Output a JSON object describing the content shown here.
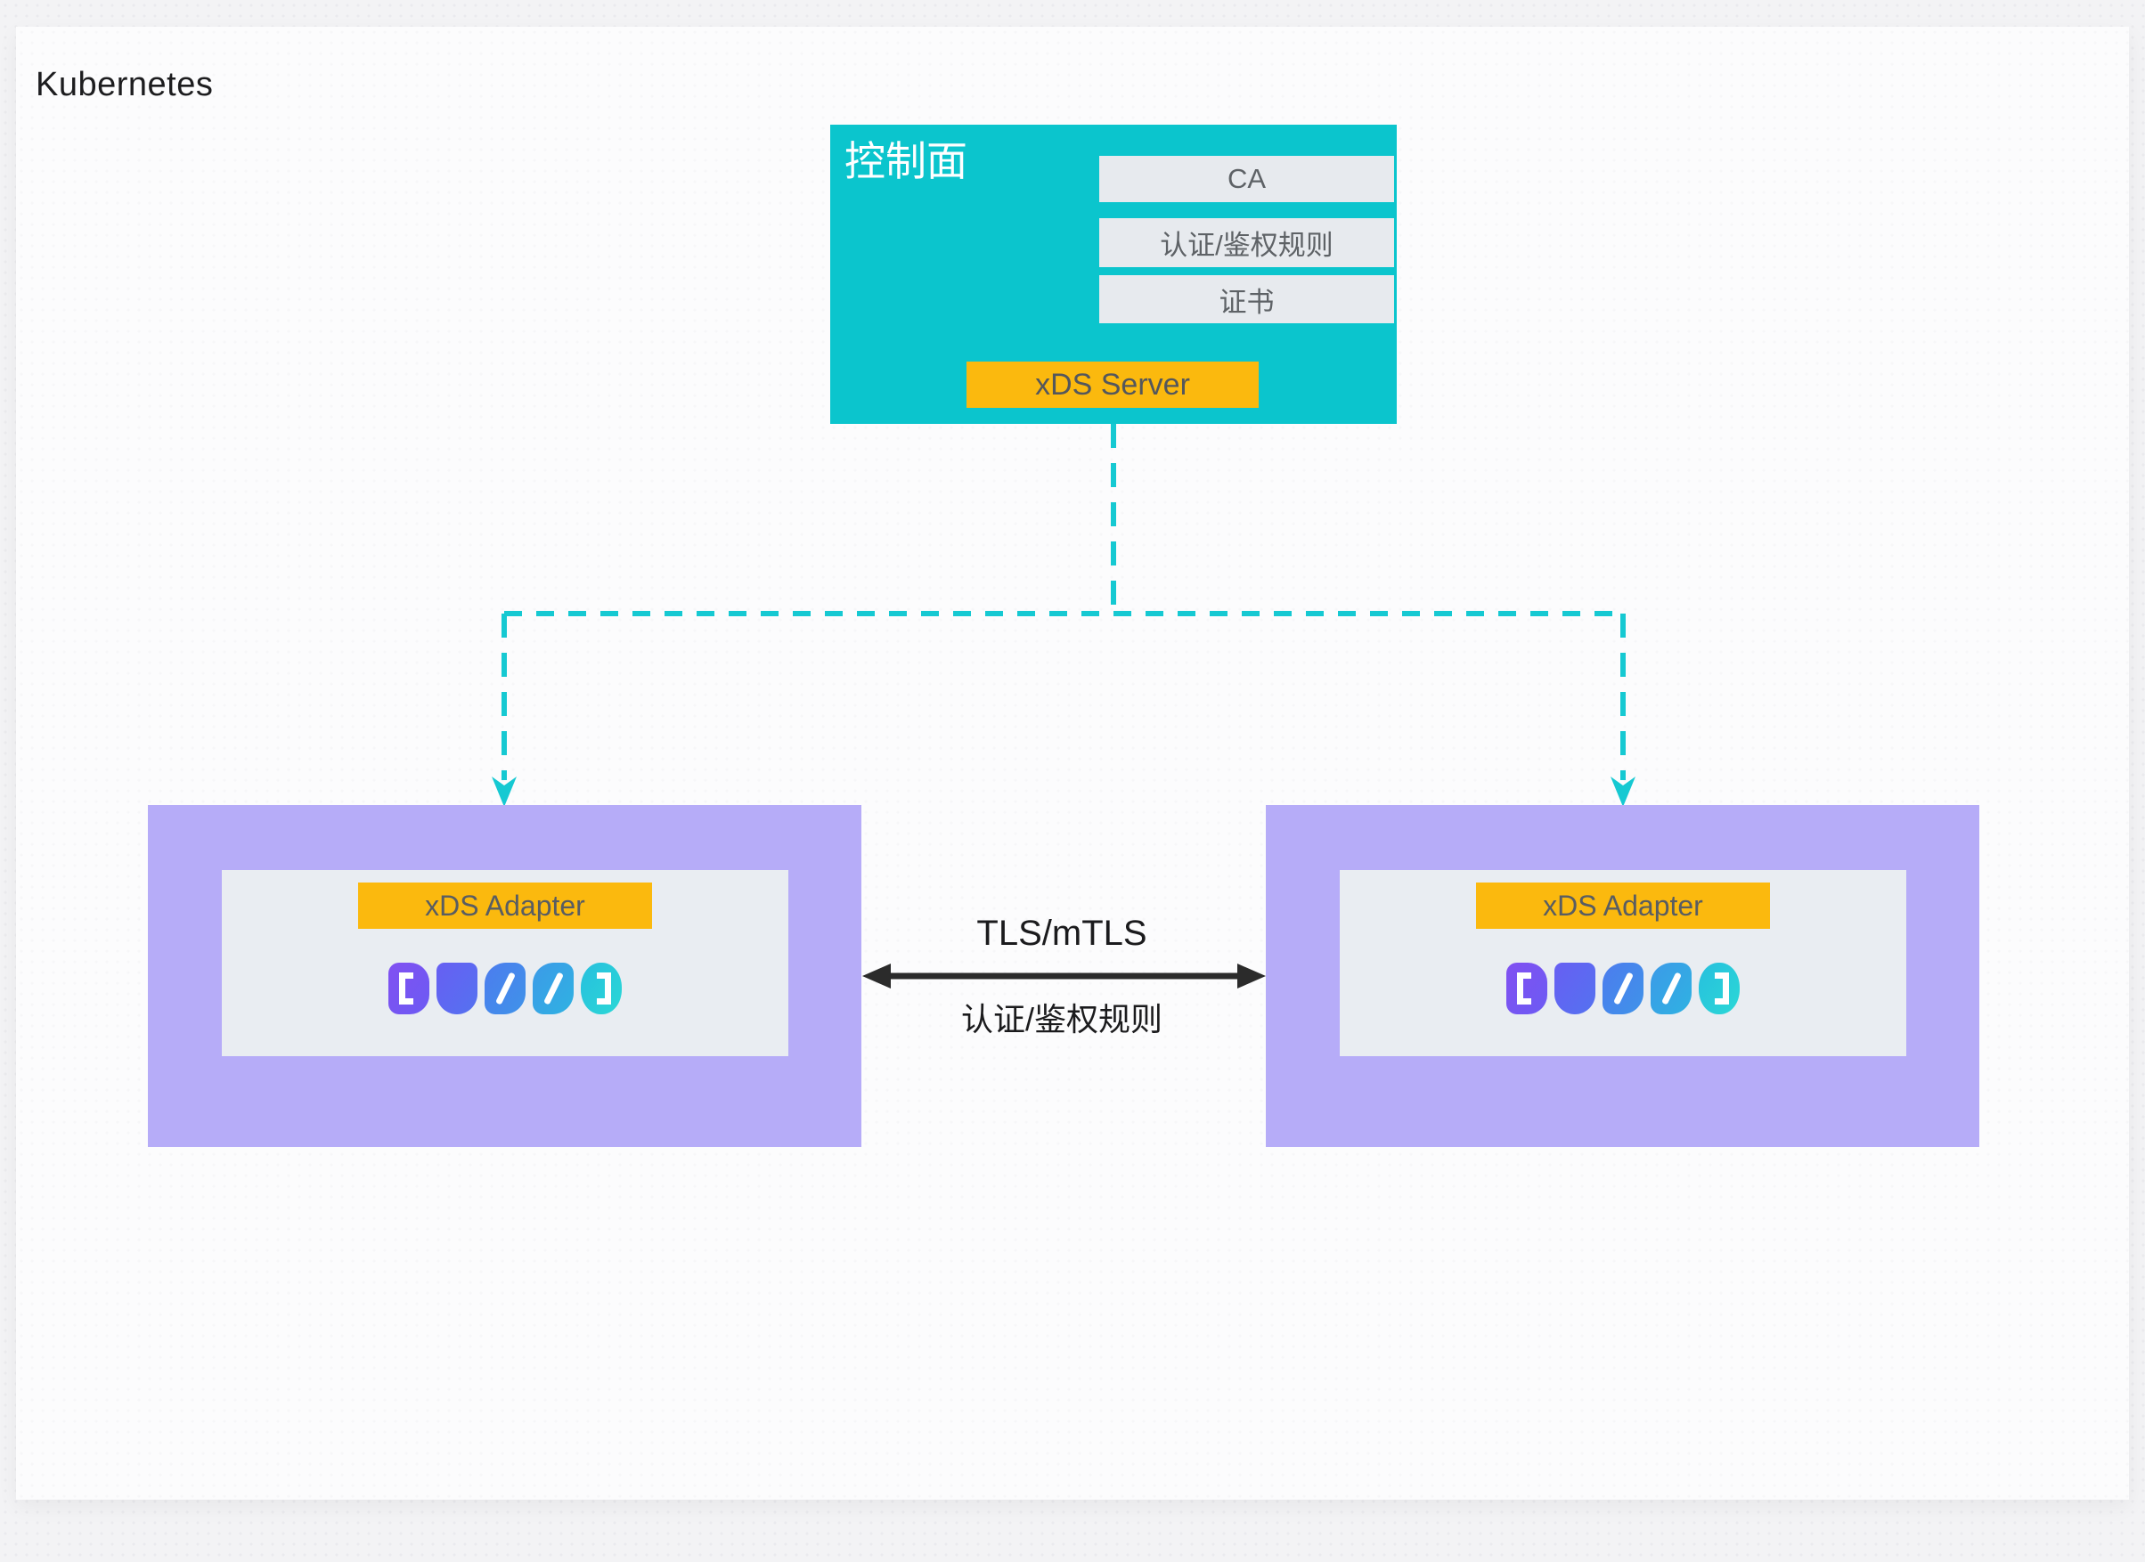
{
  "cluster": {
    "label": "Kubernetes"
  },
  "control_plane": {
    "title": "控制面",
    "items": [
      {
        "label": "CA"
      },
      {
        "label": "认证/鉴权规则"
      },
      {
        "label": "证书"
      }
    ],
    "server": {
      "label": "xDS Server"
    }
  },
  "connection": {
    "secure_channel_label": "TLS/mTLS",
    "rules_label": "认证/鉴权规则"
  },
  "pods": [
    {
      "adapter_label": "xDS Adapter",
      "logo_text": "DUBBO"
    },
    {
      "adapter_label": "xDS Adapter",
      "logo_text": "DUBBO"
    }
  ],
  "colors": {
    "control_plane_bg": "#0BC5CD",
    "dashed_connector": "#16C9D2",
    "config_item_bg": "#E7EAEE",
    "accent_orange": "#FBB90E",
    "pod_bg": "#B6ACF8",
    "pod_panel_bg": "#E9EDF2",
    "tls_arrow": "#2B2B2B",
    "dubbo_gradient_start": "#7A4BF0",
    "dubbo_gradient_end": "#2BD8D6"
  }
}
